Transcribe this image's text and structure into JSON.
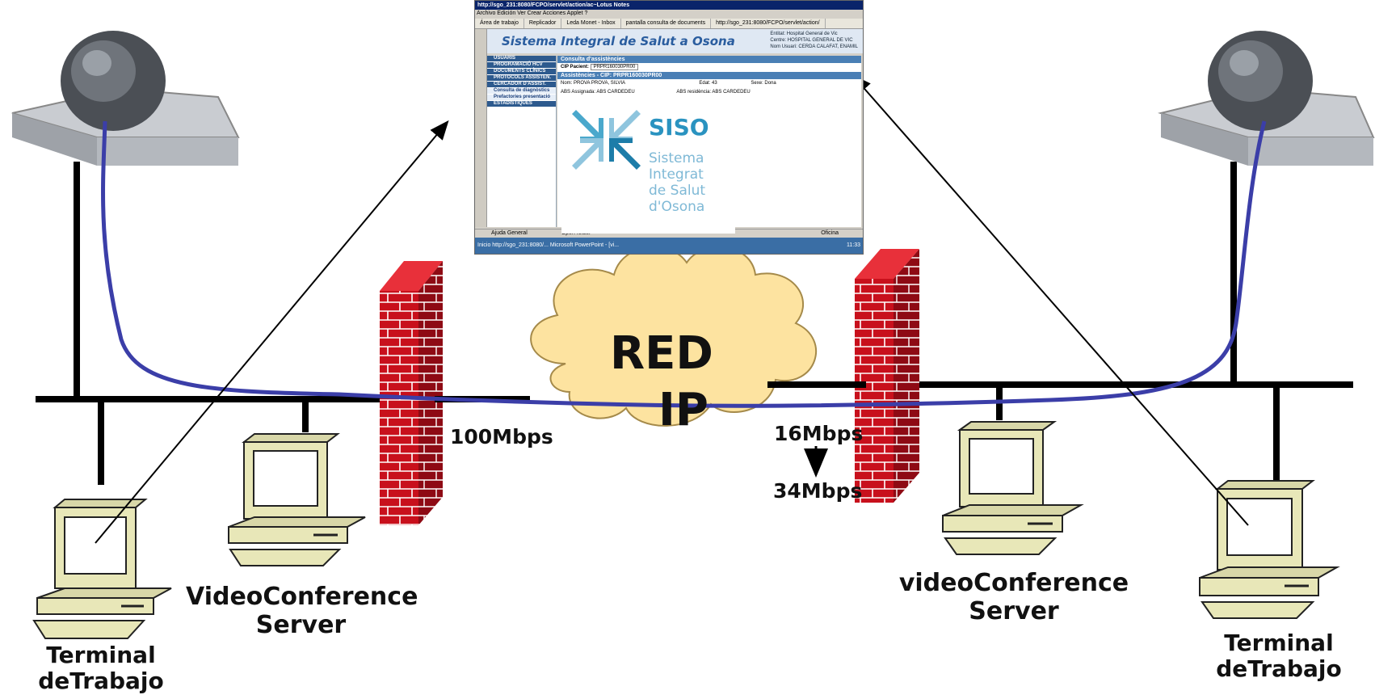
{
  "labels": {
    "red_line1": "RED",
    "red_line2": "IP",
    "bw_left": "100Mbps",
    "bw_right_top": "16Mbps",
    "bw_right_bottom": "34Mbps",
    "server_left_line1": "VideoConference",
    "server_left_line2": "Server",
    "server_right_line1": "videoConference",
    "server_right_line2": "Server",
    "terminal_left_line1": "Terminal",
    "terminal_left_line2": "deTrabajo",
    "terminal_right_line1": "Terminal",
    "terminal_right_line2": "deTrabajo"
  },
  "screenshot": {
    "title": "http://sgo_231:8080/FCPO/servlet/action/ac~Lotus Notes",
    "menu": "Archivo  Edición  Ver  Crear  Acciones  Applet  ?",
    "tabs": [
      "Área de trabajo",
      "Replicador",
      "Leda Monet - Inbox",
      "pantalla consulta de documents",
      "http://sgo_231:8080/FCPO/servlet/action/"
    ],
    "app_title": "Sistema Integral de Salut a Osona",
    "banner_right": [
      "Entitat:  Hospital General de Vic",
      "Centre:  HOSPITAL GENERAL DE VIC",
      "Nom Usuari:  CERDA CALAFAT, ENAMIL"
    ],
    "menu_items": [
      "USUARIS",
      "PROGRAMACIÓ HCV",
      "DOCUMENTS CLÍNICS",
      "PROTOCOLS ASSISTEN.",
      "CERCADOR D'ASSIST."
    ],
    "menu_subitems": [
      "Consulta de diagnòstics",
      "Prefactories presentació"
    ],
    "menu_last": "ESTADÍSTIQUES",
    "panel_header": "Consulta d'assistències",
    "cip_label": "CIP Pacient:",
    "cip_value": "PRPR160030PR00",
    "panel_header2": "Assistències - CIP: PRPR160030PR00",
    "patient_name": "Nom: PROVA PROVA, SILVIA",
    "patient_age": "Edat: 43",
    "patient_sex": "Sexe: Dona",
    "abs_assigned": "ABS Assignada: ABS CARDEDEU",
    "abs_residence": "ABS residència: ABS CARDEDEU",
    "status_left": "Ajuda General",
    "status_mid": "Open folder",
    "taskbar": "Inicio   http://sgo_231:8080/...   Microsoft PowerPoint - [vi...",
    "clock": "11:33",
    "office_label": "Oficina",
    "logo_name": "SISO",
    "logo_sub": [
      "Sistema",
      "Integrat",
      "de Salut",
      "d'Osona"
    ]
  }
}
